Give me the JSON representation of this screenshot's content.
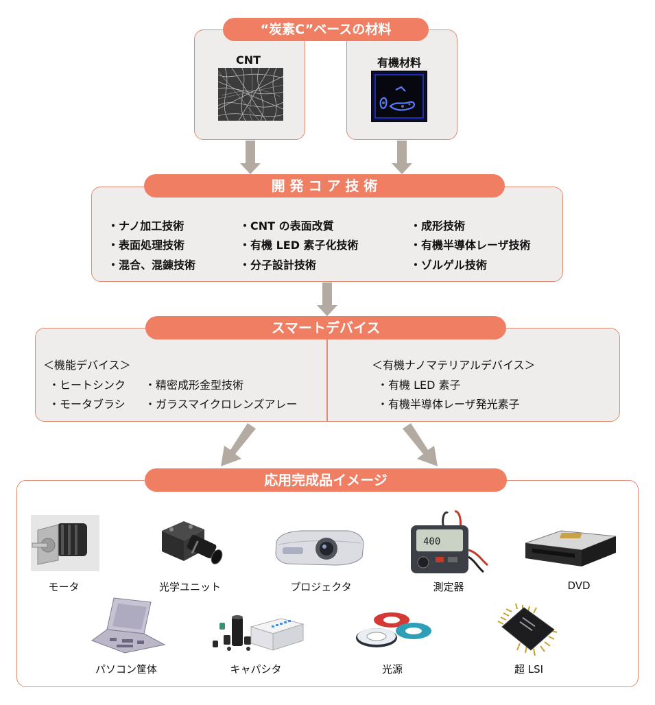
{
  "materials": {
    "title": "“炭素C”ベースの材料",
    "cnt_label": "CNT",
    "organic_label": "有機材料"
  },
  "core": {
    "title": "開 発 コ ア 技 術",
    "col1": [
      "・ナノ加工技術",
      "・表面処理技術",
      "・混合、混錬技術"
    ],
    "col2": [
      "・CNT の表面改質",
      "・有機 LED 素子化技術",
      "・分子設計技術"
    ],
    "col3": [
      "・成形技術",
      "・有機半導体レーザ技術",
      "・ゾルゲル技術"
    ]
  },
  "smart": {
    "title": "スマートデバイス",
    "left_heading": "＜機能デバイス＞",
    "left_col1": [
      "・ヒートシンク",
      "・モータブラシ"
    ],
    "left_col2": [
      "・精密成形金型技術",
      "・ガラスマイクロレンズアレー"
    ],
    "right_heading": "＜有機ナノマテリアルデバイス＞",
    "right_items": [
      "・有機 LED 素子",
      "・有機半導体レーザ発光素子"
    ]
  },
  "applications": {
    "title": "応用完成品イメージ",
    "row1": [
      "モータ",
      "光学ユニット",
      "プロジェクタ",
      "測定器",
      "DVD"
    ],
    "row2": [
      "パソコン筐体",
      "キャパシタ",
      "光源",
      "超 LSI"
    ]
  },
  "colors": {
    "accent": "#ef7e63",
    "border": "#e08a73",
    "panel": "#efedec",
    "arrow": "#b3aaa2"
  }
}
